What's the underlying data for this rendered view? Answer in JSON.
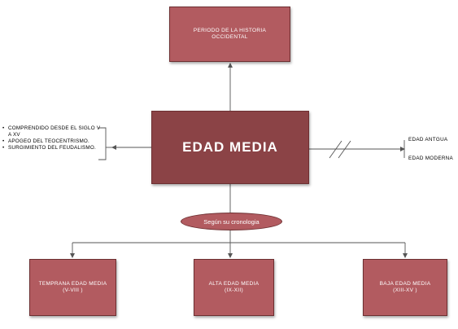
{
  "top_box": {
    "line1": "PERIODO DE LA HISTORIA",
    "line2": "OCCIDENTAL"
  },
  "main_box": {
    "title": "EDAD MEDIA"
  },
  "ellipse": {
    "label": "Según su cronologia"
  },
  "characteristics": [
    "COMPRENDIDO DESDE EL SIGLO V A XV",
    "APOGEO DEL TEOCENTRISMO.",
    "SURGIMIENTO DEL FEUDALISMO."
  ],
  "right_labels": {
    "ancient": "EDAD ANTGUA",
    "modern": "EDAD MODERNA"
  },
  "periods": {
    "early": {
      "name": "TEMPRANA EDAD MEDIA",
      "range": "(V-VIII )"
    },
    "high": {
      "name": "ALTA EDAD MEDIA",
      "range": "(IX-XII)"
    },
    "low": {
      "name": "BAJA EDAD MEDIA",
      "range": "(XIII-XV )"
    }
  },
  "colors": {
    "box_fill": "#b25b60",
    "main_fill": "#8b4346",
    "border": "#6d2f31",
    "line": "#555555"
  }
}
